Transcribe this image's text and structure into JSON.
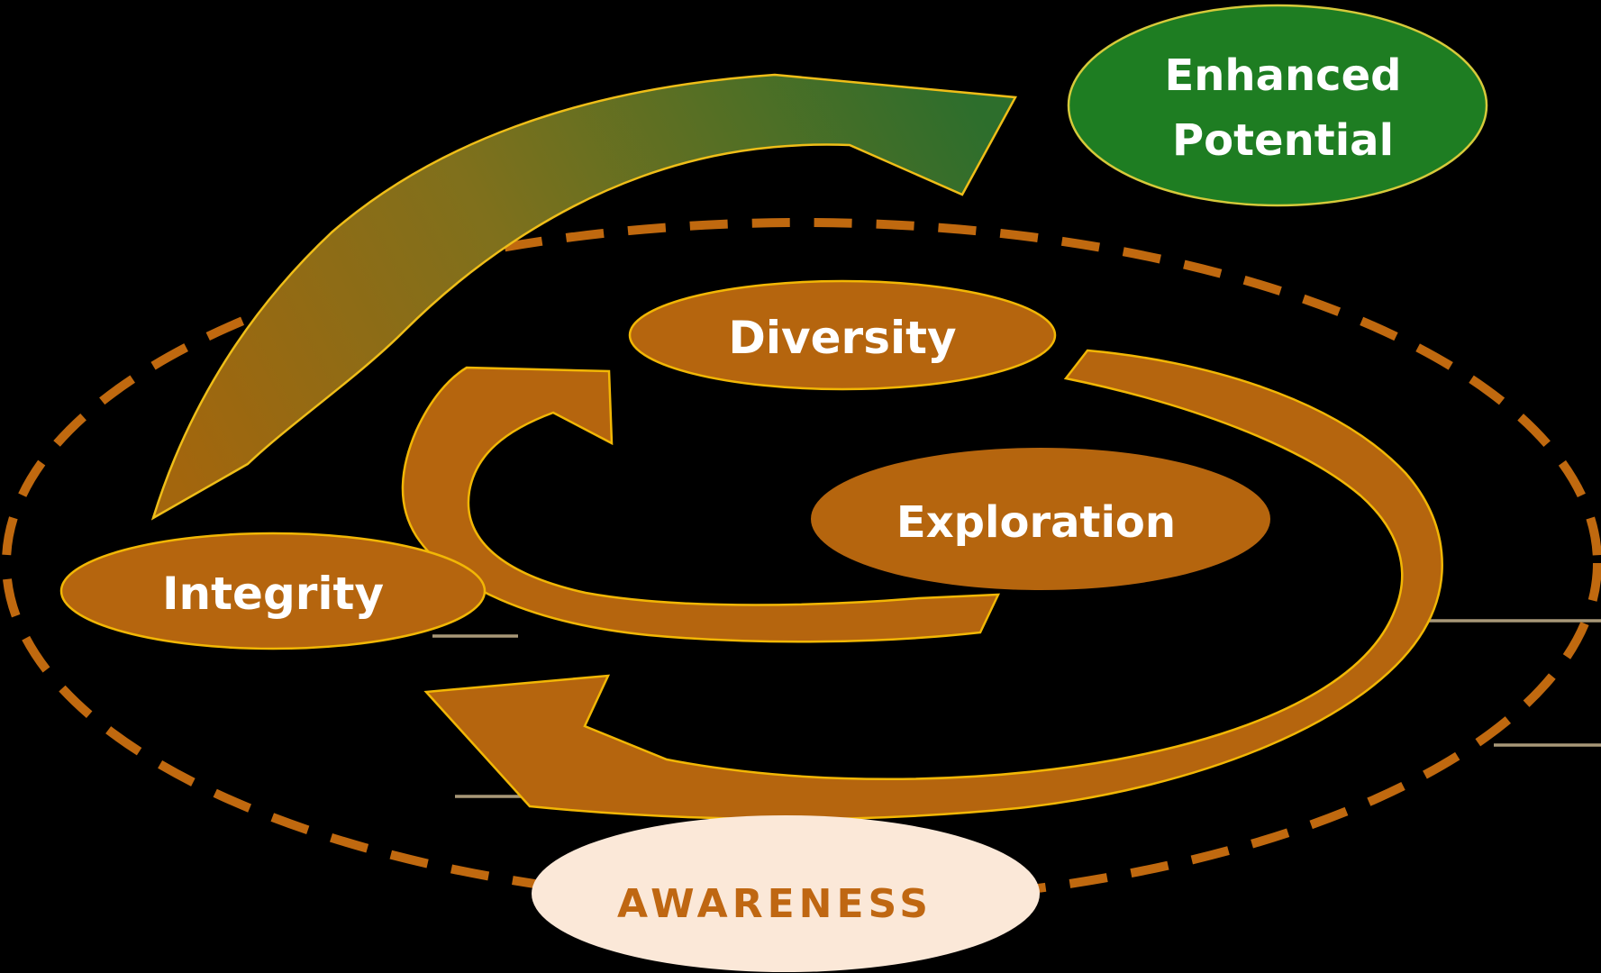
{
  "background_color": "#000000",
  "nodes": {
    "enhanced_potential": {
      "label_line1": "Enhanced",
      "label_line2": "Potential",
      "fill": "#1e7d22",
      "border": "#d6ca3a",
      "text_color": "#ffffff"
    },
    "diversity": {
      "label": "Diversity",
      "fill": "#b5650e",
      "border": "#f2b705",
      "text_color": "#ffffff"
    },
    "exploration": {
      "label": "Exploration",
      "fill": "#b5650e",
      "border": "#b5650e",
      "text_color": "#ffffff"
    },
    "integrity": {
      "label": "Integrity",
      "fill": "#b5650e",
      "border": "#f2b705",
      "text_color": "#ffffff"
    },
    "awareness": {
      "label": "AWARENESS",
      "fill": "#fbe8d8",
      "text_color": "#bf6712"
    }
  },
  "arrows": {
    "cycle_fill": "#b5650e",
    "cycle_outline": "#f2b705",
    "dashed_ring_color": "#c0690f",
    "ascent_gradient_start": "#a3660d",
    "ascent_gradient_mid": "#7f701c",
    "ascent_gradient_end": "#2d6e2c",
    "ascent_outline": "#efbe18"
  },
  "decor": {
    "hairline_color": "#a89878"
  }
}
